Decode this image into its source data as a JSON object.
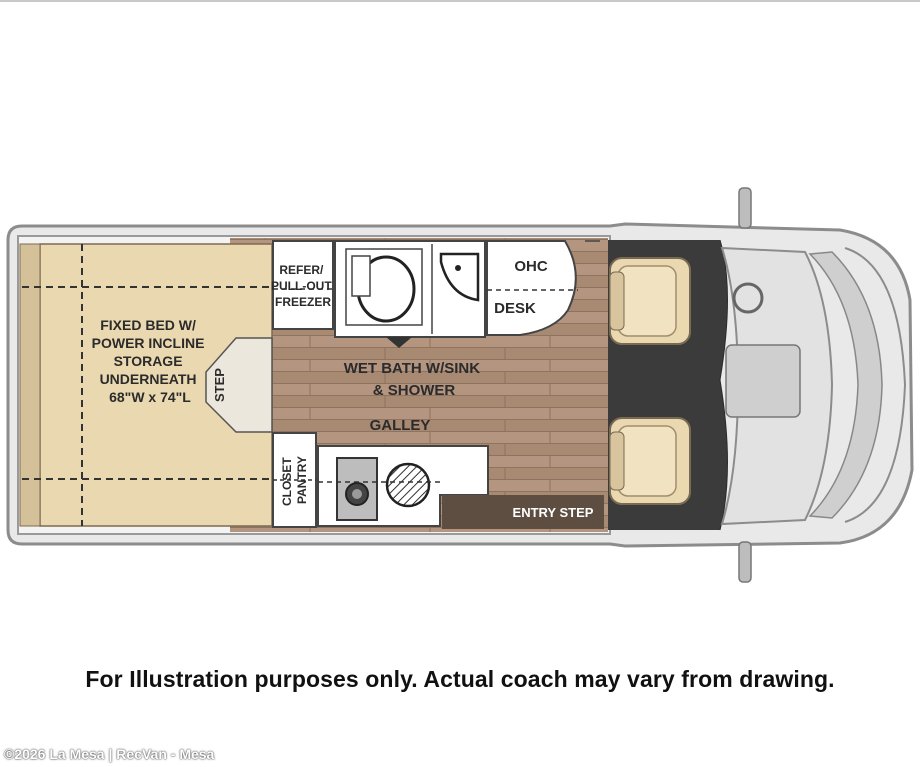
{
  "floorplan": {
    "labels": {
      "bed": [
        "FIXED BED W/",
        "POWER INCLINE",
        "STORAGE",
        "UNDERNEATH",
        "68\"W x 74\"L"
      ],
      "step": "STEP",
      "refer": [
        "REFER/",
        "PULL-OUT",
        "FREEZER"
      ],
      "ohc": "OHC",
      "desk": "DESK",
      "wet_bath": [
        "WET BATH W/SINK",
        "& SHOWER"
      ],
      "galley": "GALLEY",
      "closet": [
        "CLOSET",
        "PANTRY"
      ],
      "entry_step": "ENTRY STEP"
    },
    "colors": {
      "bed": "#ead8b0",
      "floor": "#a98a72",
      "dark_floor": "#5e4e42",
      "cab_floor": "#3b3b3b",
      "seat": "#ead8b0",
      "wall": "#8c8c8c"
    }
  },
  "disclaimer": "For Illustration purposes only.  Actual coach may vary from drawing.",
  "watermark": "©2026 La Mesa | RecVan - Mesa"
}
